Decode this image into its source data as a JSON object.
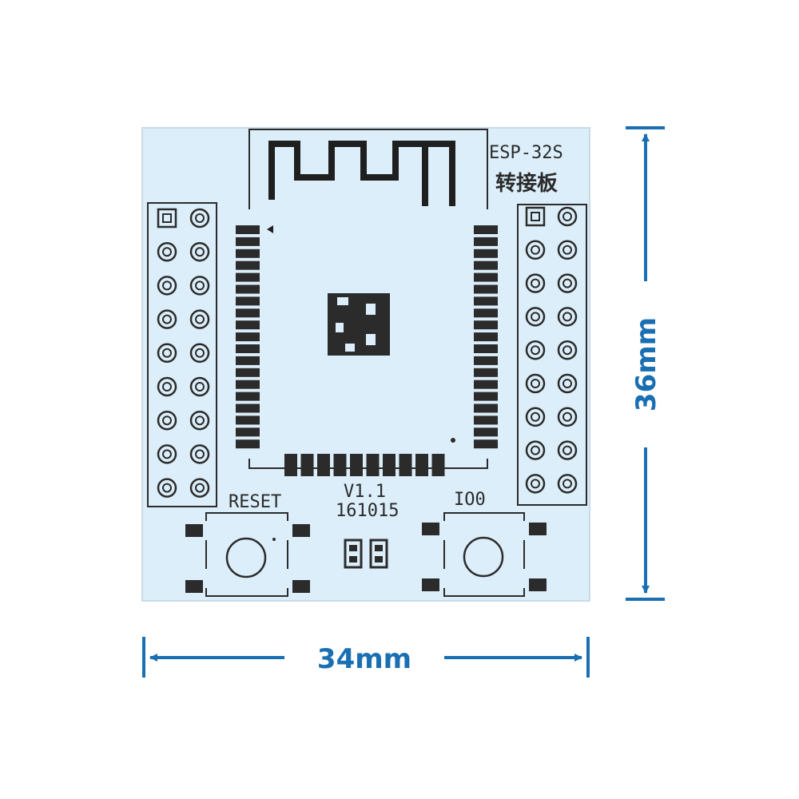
{
  "board": {
    "title": "ESP-32S",
    "subtitle": "转接板",
    "version": "V1.1",
    "date_code": "161015",
    "reset_label": "RESET",
    "io0_label": "IO0",
    "pcb_color": "#dceefa",
    "pad_color": "#2b2b2b"
  },
  "dimensions": {
    "width": "34mm",
    "height": "36mm",
    "color": "#1a6fb3"
  }
}
